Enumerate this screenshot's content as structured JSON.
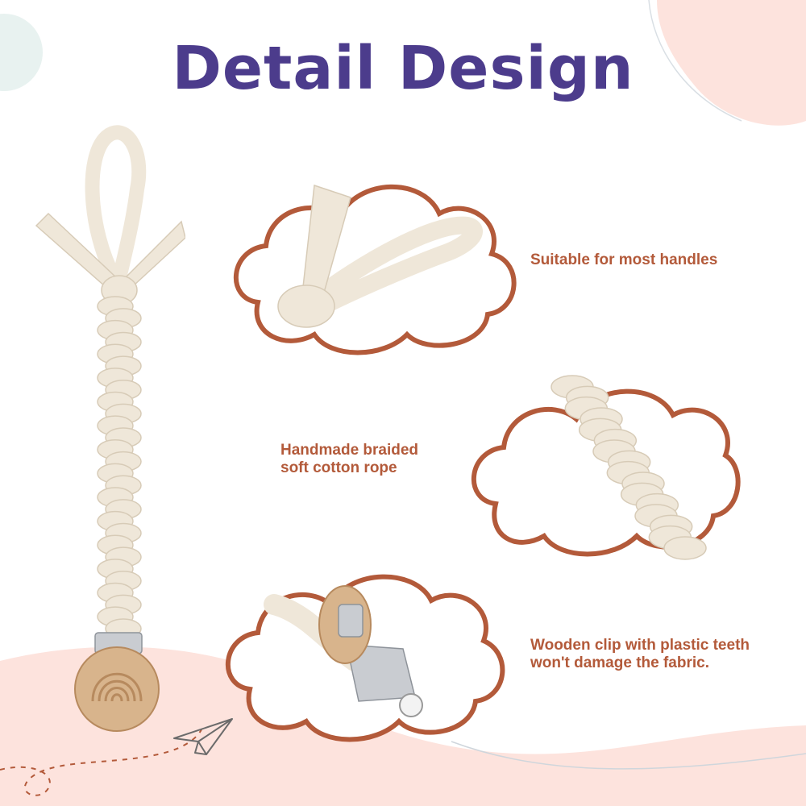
{
  "title": "Detail Design",
  "colors": {
    "title": "#4c3c8c",
    "accent": "#b35a3a",
    "pink_blob": "#fde3dd",
    "mint_blob": "#e8f2f0",
    "cotton": "#efe7d9",
    "cotton_shadow": "#d7cbb7",
    "wood": "#d8b48c",
    "wood_dark": "#b78a5e",
    "metal": "#c9ccd1"
  },
  "features": [
    {
      "lines": [
        "Suitable for most handles"
      ]
    },
    {
      "lines": [
        "Handmade braided",
        "soft cotton rope"
      ]
    },
    {
      "lines": [
        "Wooden clip with plastic teeth",
        "won't damage the fabric."
      ]
    }
  ],
  "icons": {
    "plane": "paper-plane-icon"
  }
}
